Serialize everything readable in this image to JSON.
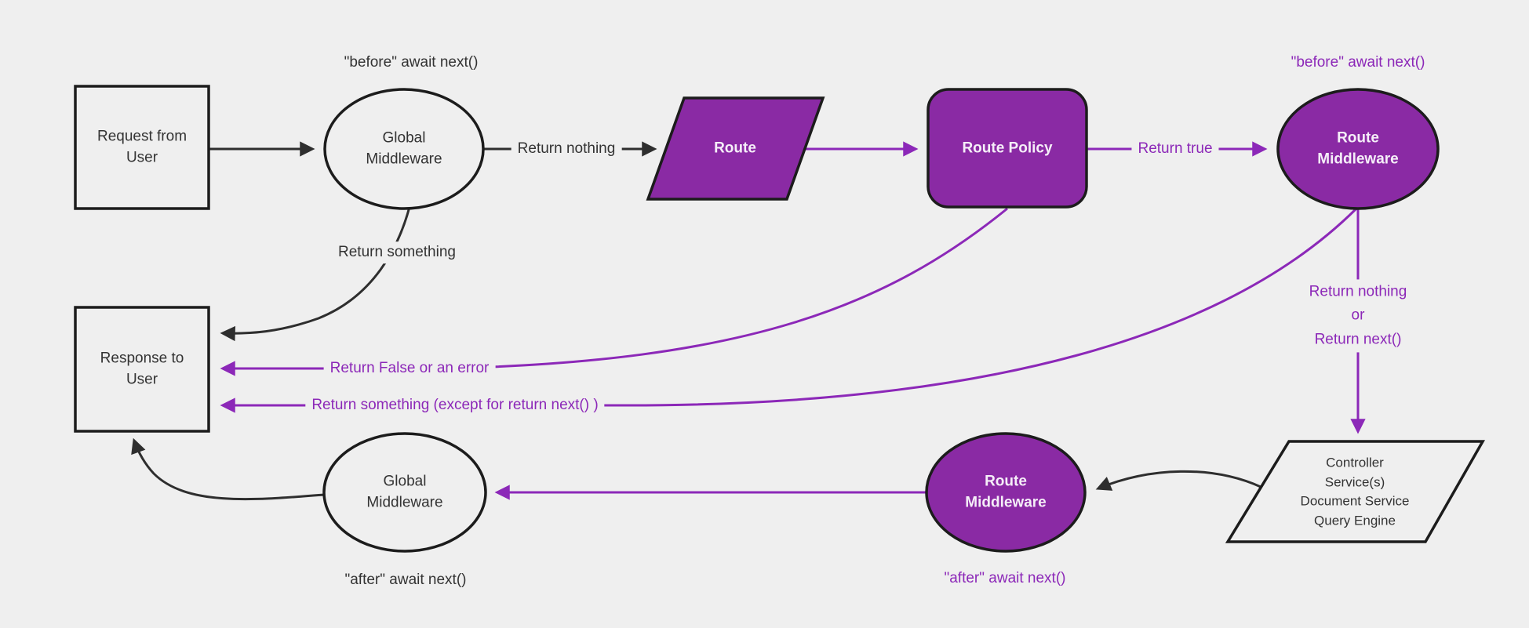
{
  "diagram": {
    "background": "#efefef",
    "colors": {
      "purple_fill": "#8a2aa4",
      "purple_line": "#8c28b8",
      "dark_line": "#2e2e2e",
      "node_stroke": "#1c1c1c",
      "dark_text": "#333333",
      "white_text": "#f5eef8"
    },
    "nodes": {
      "request_from_user": {
        "label": "Request from User"
      },
      "global_middleware_top": {
        "label": "Global Middleware"
      },
      "route": {
        "label": "Route"
      },
      "route_policy": {
        "label": "Route Policy"
      },
      "route_middleware_top": {
        "label": "Route Middleware"
      },
      "controller_stack": {
        "lines": [
          "Controller",
          "Service(s)",
          "Document Service",
          "Query Engine"
        ]
      },
      "route_middleware_bottom": {
        "label": "Route Middleware"
      },
      "global_middleware_bottom": {
        "label": "Global Middleware"
      },
      "response_to_user": {
        "label": "Response to User"
      }
    },
    "edge_labels": {
      "before_await_top_left": "\"before\" await next()",
      "before_await_top_right": "\"before\" await next()",
      "return_nothing": "Return nothing",
      "return_true": "Return true",
      "return_something": "Return something",
      "return_false_or_error": "Return False or an error",
      "return_something_except": "Return something (except for return next() )",
      "return_nothing_or": {
        "lines": [
          "Return nothing",
          "or",
          "Return next()"
        ]
      },
      "after_await_bottom_mid": "\"after\" await next()",
      "after_await_bottom_left": "\"after\" await next()"
    }
  }
}
